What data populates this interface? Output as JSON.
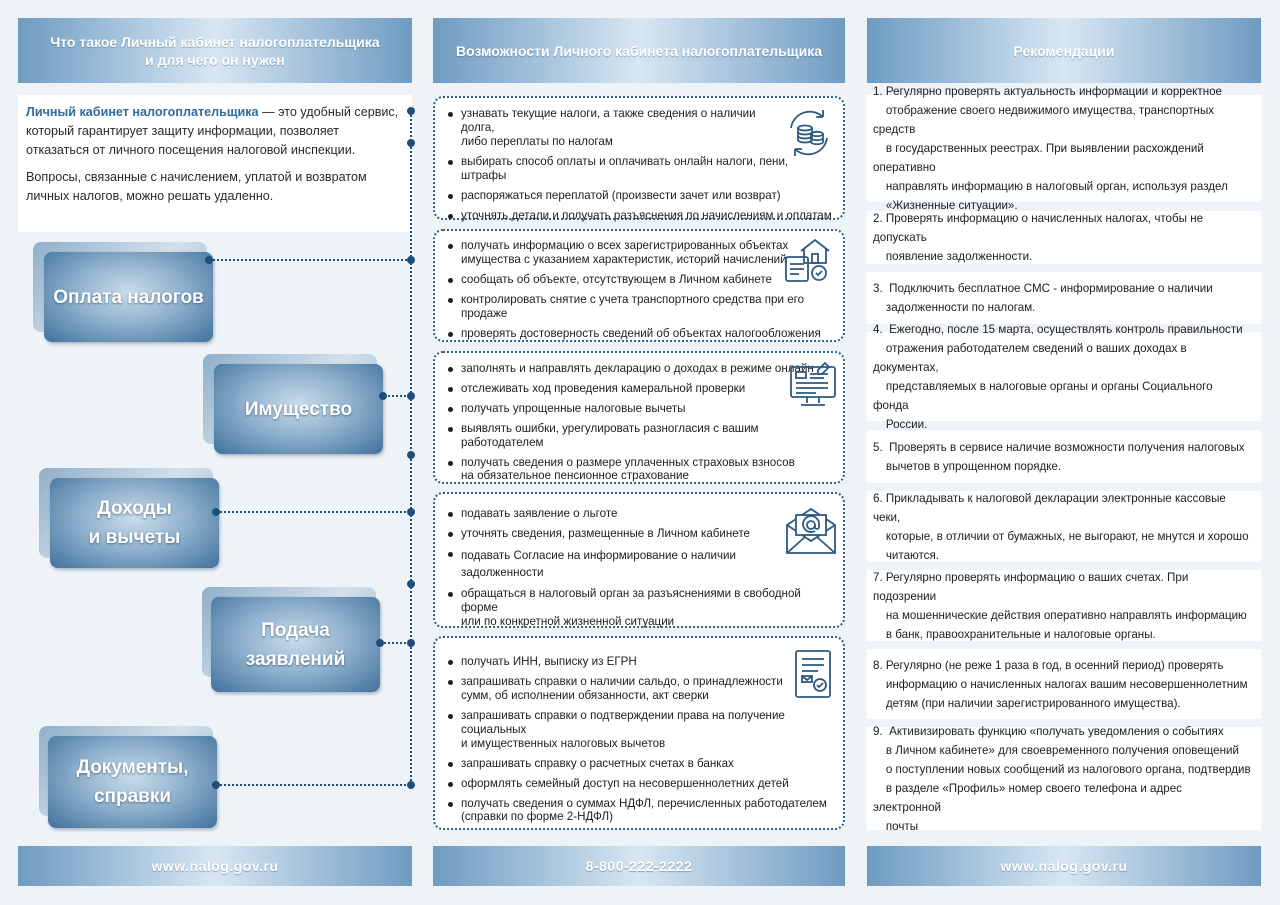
{
  "headers": {
    "col1": "Что такое Личный кабинет налогоплательщика\nи для чего он нужен",
    "col2": "Возможности Личного кабинета налогоплательщика",
    "col3": "Рекомендации"
  },
  "intro": {
    "highlight": "Личный кабинет налогоплательщика",
    "text1": " — это удобный сервис, который гарантирует защиту информации, позволяет отказаться от личного посещения налоговой инспекции.",
    "text2": "Вопросы, связанные с начислением, уплатой и возвратом личных налогов, можно решать удаленно."
  },
  "tiles": [
    {
      "label": "Оплата налогов"
    },
    {
      "label": "Имущество"
    },
    {
      "label": "Доходы\nи вычеты"
    },
    {
      "label": "Подача\nзаявлений"
    },
    {
      "label": "Документы,\nсправки"
    }
  ],
  "boxes": [
    {
      "icon": "coins-cycle-icon",
      "items": [
        "узнавать текущие налоги, а также сведения о наличии долга,\nлибо переплаты  по налогам",
        "выбирать способ оплаты и оплачивать онлайн налоги, пени,\nштрафы",
        "распоряжаться переплатой (произвести зачет или возврат)",
        "уточнять детали и получать разъяснения по  начислениям и оплатам"
      ]
    },
    {
      "icon": "property-house-icon",
      "items": [
        "получать информацию о всех зарегистрированных объектах\nимущества с указанием характеристик, историй начислений",
        "сообщать об объекте, отсутствующем в Личном кабинете",
        "контролировать снятие с учета транспортного средства при его продаже",
        "проверять достоверность сведений об объектах налогообложения"
      ]
    },
    {
      "icon": "online-declaration-icon",
      "items": [
        "заполнять и направлять декларацию о доходах в режиме онлайн",
        "отслеживать ход проведения камеральной проверки",
        "получать упрощенные налоговые вычеты",
        "выявлять ошибки, урегулировать разногласия с вашим работодателем",
        "получать сведения о размере уплаченных страховых взносов\nна обязательное пенсионное страхование"
      ]
    },
    {
      "icon": "email-envelope-icon",
      "items": [
        "подавать заявление о льготе",
        "уточнять сведения, размещенные в Личном кабинете",
        "подавать Согласие на информирование о наличии\nзадолженности",
        "обращаться в налоговый орган за разъяснениями в свободной форме\nили по конкретной жизненной ситуации"
      ]
    },
    {
      "icon": "document-check-icon",
      "items": [
        "получать ИНН, выписку из ЕГРН",
        "запрашивать справки о наличии сальдо, о принадлежности\nсумм, об исполнении обязанности, акт сверки",
        "запрашивать справки о подтверждении права на получение социальных\nи имущественных налоговых вычетов",
        "запрашивать справку о расчетных счетах в банках",
        "оформлять семейный доступ на несовершеннолетних детей",
        "получать сведения о суммах НДФЛ, перечисленных работодателем\n(справки по форме 2-НДФЛ)"
      ]
    }
  ],
  "recommendations": [
    "1. Регулярно проверять актуальность информации и корректное\n    отображение своего недвижимого имущества, транспортных средств\n    в государственных реестрах. При выявлении расхождений оперативно\n    направлять информацию в налоговый орган, используя раздел\n    «Жизненные ситуации».",
    "2. Проверять информацию о начисленных налогах, чтобы не допускать\n    появление задолженности.",
    "3.  Подключить бесплатное СМС - информирование о наличии\n    задолженности по налогам.",
    "4.  Ежегодно, после 15 марта, осуществлять контроль правильности\n    отражения работодателем сведений о ваших доходах в документах,\n    представляемых в налоговые органы и органы Социального фонда\n    России.",
    "5.  Проверять в сервисе наличие возможности получения налоговых\n    вычетов в упрощенном порядке.",
    "6. Прикладывать к налоговой декларации электронные кассовые чеки,\n    которые, в отличии от бумажных, не выгорают, не мнутся и хорошо\n    читаются.",
    "7. Регулярно проверять информацию о ваших счетах. При подозрении\n    на мошеннические действия оперативно направлять информацию\n    в банк, правоохранительные и налоговые органы.",
    "8. Регулярно (не реже 1 раза в год, в осенний период) проверять\n    информацию о начисленных налогах вашим несовершеннолетним\n    детям (при наличии зарегистрированного имущества).",
    "9.  Активизировать функцию «получать уведомления о событиях\n    в Личном кабинете» для своевременного получения оповещений\n    о поступлении новых сообщений из налогового органа, подтвердив\n    в разделе «Профиль» номер своего телефона и адрес электронной\n    почты"
  ],
  "footer": {
    "left": "www.nalog.gov.ru",
    "center": "8-800-222-2222",
    "right": "www.nalog.gov.ru"
  }
}
